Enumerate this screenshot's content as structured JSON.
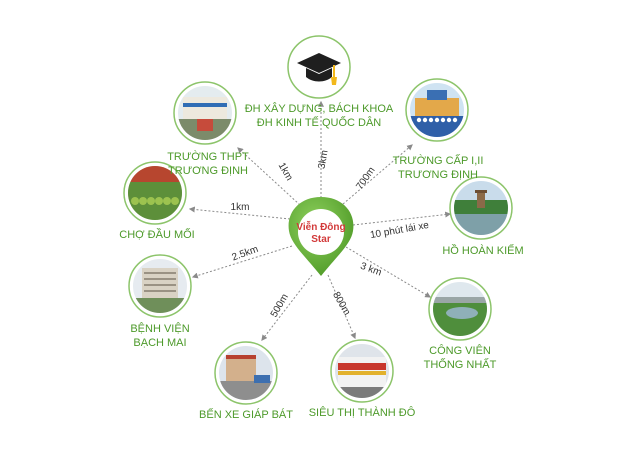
{
  "center": {
    "line1": "Viễn Đông",
    "line2": "Star",
    "pin_color": "#6bb83a",
    "text_color": "#d23a3a"
  },
  "colors": {
    "ring": "#8cc46a",
    "label": "#4d9a2a",
    "arrow": "#8a8a8a"
  },
  "destinations": [
    {
      "id": "university",
      "icon": "graduation-cap-icon",
      "lines": [
        "ĐH XÂY DỰNG, BÁCH KHOA",
        "ĐH KINH TẾ QUỐC DÂN"
      ],
      "distance": "3km"
    },
    {
      "id": "primary-school",
      "icon": "school-photo",
      "lines": [
        "TRƯỜNG CẤP I,II",
        "TRƯƠNG ĐỊNH"
      ],
      "distance": "700m"
    },
    {
      "id": "hoan-kiem",
      "icon": "lake-photo",
      "lines": [
        "HỒ HOÀN KIẾM"
      ],
      "distance": "10 phút lái xe"
    },
    {
      "id": "thong-nhat-park",
      "icon": "park-photo",
      "lines": [
        "CÔNG VIÊN",
        "THỐNG NHẤT"
      ],
      "distance": "3 km"
    },
    {
      "id": "thanh-do-market",
      "icon": "supermarket-photo",
      "lines": [
        "SIÊU THỊ THÀNH ĐÔ"
      ],
      "distance": "800m"
    },
    {
      "id": "giap-bat-station",
      "icon": "bus-station-photo",
      "lines": [
        "BẾN XE GIÁP BÁT"
      ],
      "distance": "500m"
    },
    {
      "id": "bach-mai-hospital",
      "icon": "hospital-photo",
      "lines": [
        "BỆNH VIỆN",
        "BẠCH MAI"
      ],
      "distance": "2.5km"
    },
    {
      "id": "dau-moi-market",
      "icon": "market-photo",
      "lines": [
        "CHỢ ĐẦU MỐI"
      ],
      "distance": "1km"
    },
    {
      "id": "high-school",
      "icon": "highschool-photo",
      "lines": [
        "TRƯỜNG THPT",
        "TRƯƠNG ĐỊNH"
      ],
      "distance": "1km"
    }
  ]
}
